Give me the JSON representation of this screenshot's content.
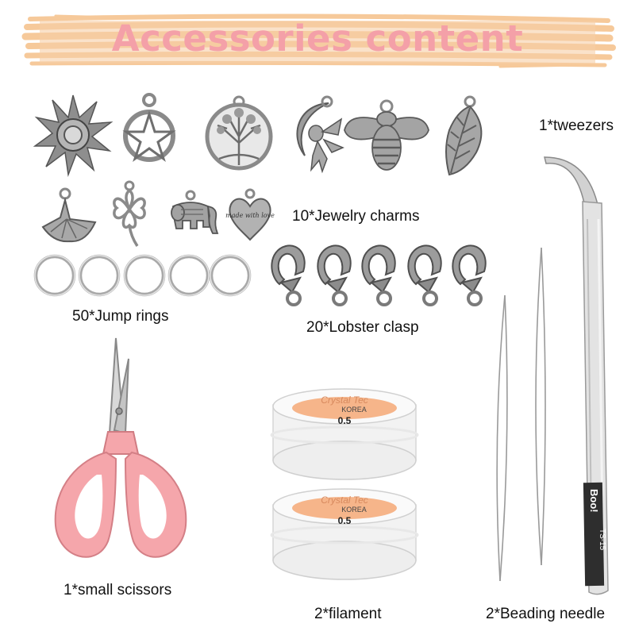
{
  "header": {
    "title": "Accessories content",
    "banner_color": "#f6c99a",
    "title_color": "#f4a0a8"
  },
  "items": {
    "tweezers": "1*tweezers",
    "charms": "10*Jewelry charms",
    "jump_rings": "50*Jump rings",
    "lobster_clasp": "20*Lobster clasp",
    "scissors": "1*small scissors",
    "filament": "2*filament",
    "needle": "2*Beading needle"
  },
  "spool": {
    "brand": "Crystal Tec",
    "origin": "KOREA",
    "size": "0.5"
  },
  "charm_text": "made with love",
  "tweezers_marking": {
    "model": "TS-15",
    "brand": "Boo!"
  },
  "colors": {
    "silver": "#9a9a9a",
    "scissors_pink": "#f5a6ab",
    "spool_orange": "#f6b58a"
  }
}
